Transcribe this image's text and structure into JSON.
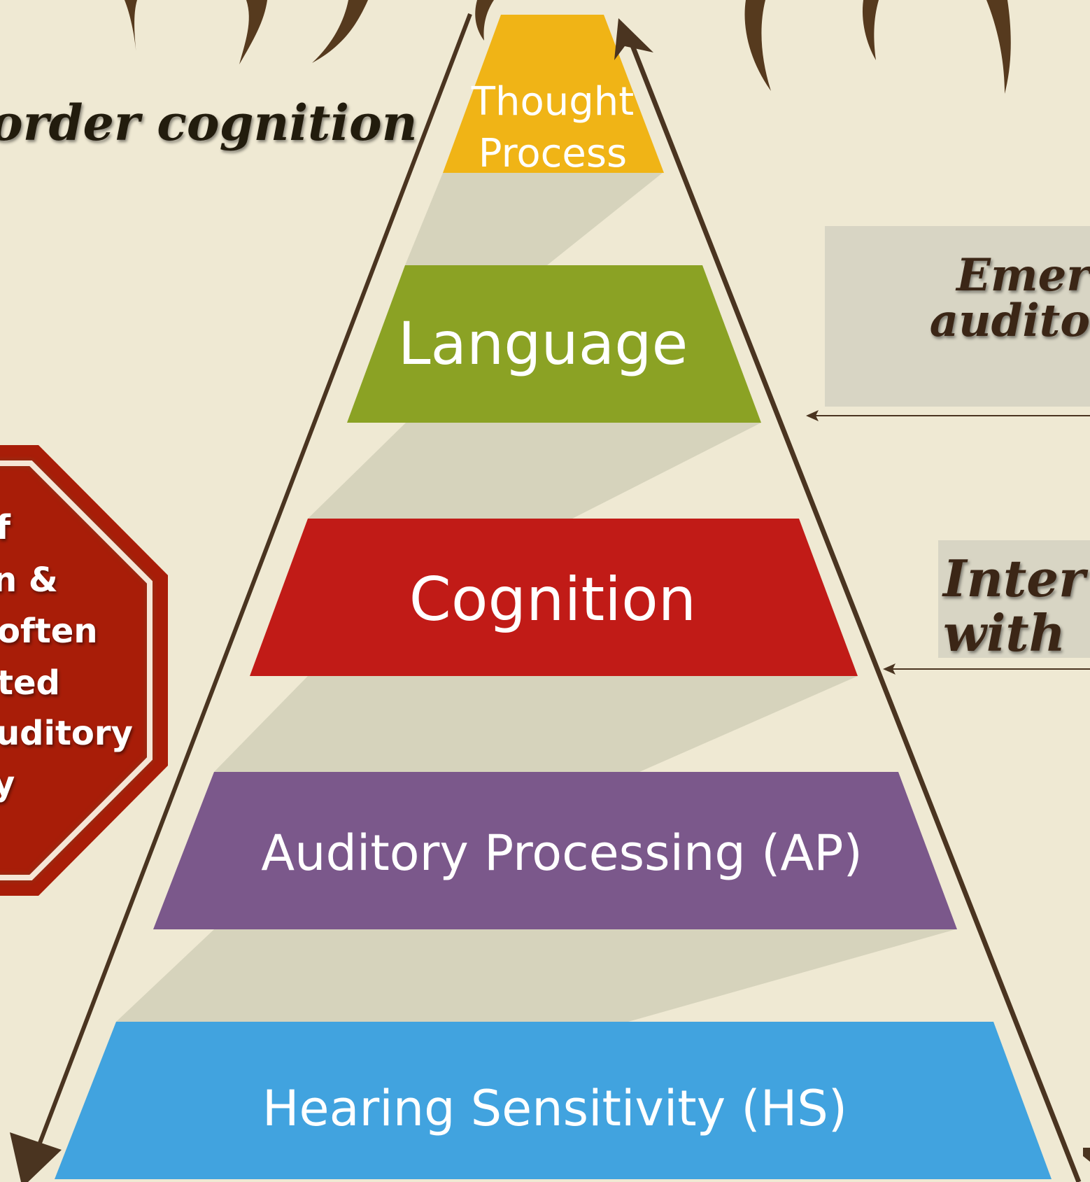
{
  "diagram": {
    "left_heading": "order cognition",
    "pyramid_levels": [
      {
        "key": "thought",
        "lines": [
          "Thought",
          "Process"
        ],
        "color": "#f0b416"
      },
      {
        "key": "language",
        "lines": [
          "Language"
        ],
        "color": "#8ba224"
      },
      {
        "key": "cognition",
        "lines": [
          "Cognition"
        ],
        "color": "#c11b17"
      },
      {
        "key": "ap",
        "lines": [
          "Auditory Processing (AP)"
        ],
        "color": "#7b588b"
      },
      {
        "key": "hs",
        "lines": [
          "Hearing Sensitivity (HS)"
        ],
        "color": "#41a3df"
      }
    ],
    "right_notes": [
      {
        "lines": [
          "Emer",
          "audito"
        ]
      },
      {
        "lines": [
          "Inter",
          "with "
        ]
      }
    ],
    "stop_sign": {
      "lines": [
        "f",
        "n &",
        " often",
        "ted",
        "uditory",
        "y"
      ],
      "fill": "#a81d08",
      "border": "#f5e6d6"
    },
    "colors": {
      "background": "#efe9d3",
      "arrow": "#4a3420",
      "shadow_band": "#d6d3bc",
      "note_box": "#d8d5c4"
    }
  }
}
